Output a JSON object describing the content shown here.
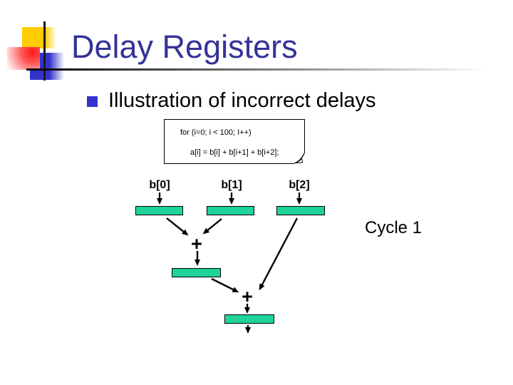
{
  "slide": {
    "title": "Delay Registers",
    "bullet_text": "Illustration of incorrect delays",
    "code_box": {
      "line1": "for (i=0; i < 100; I++)",
      "line2": "a[i] = b[i] + b[i+1] + b[i+2];"
    },
    "diagram": {
      "input_labels": [
        "b[0]",
        "b[1]",
        "b[2]"
      ],
      "adder1_label": "+",
      "adder2_label": "+",
      "cycle_label": "Cycle 1"
    },
    "colors": {
      "title_color": "#333399",
      "bullet_color": "#3333CC",
      "reg_fill": "#1FD39B",
      "reg_border": "#000000",
      "logo_yellow": "#FFCC00",
      "logo_blue": "#3333CC",
      "logo_red": "#FF1A1A"
    }
  }
}
